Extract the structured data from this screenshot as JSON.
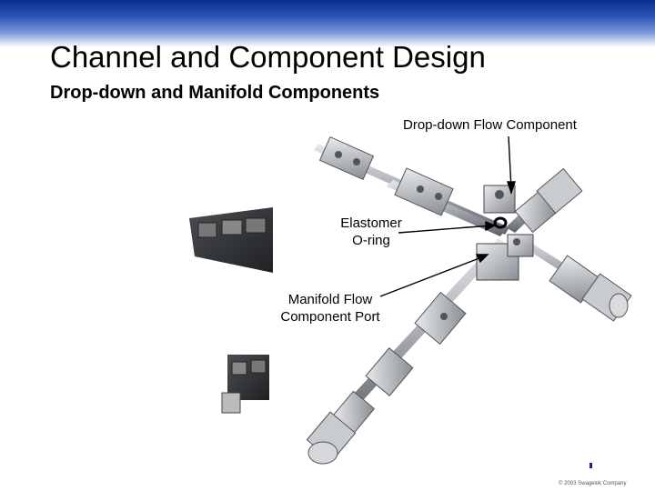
{
  "slide": {
    "title": "Channel and Component Design",
    "subtitle": "Drop-down and Manifold Components",
    "labels": {
      "dropdown": "Drop-down Flow Component",
      "oring_line1": "Elastomer",
      "oring_line2": "O-ring",
      "port_line1": "Manifold Flow",
      "port_line2": "Component Port"
    },
    "footer": "© 2003 Swagelok Company"
  },
  "colors": {
    "header_band": "#0b2f8f",
    "metal": "#b9bcc1",
    "metal_dark": "#6b6f75"
  }
}
